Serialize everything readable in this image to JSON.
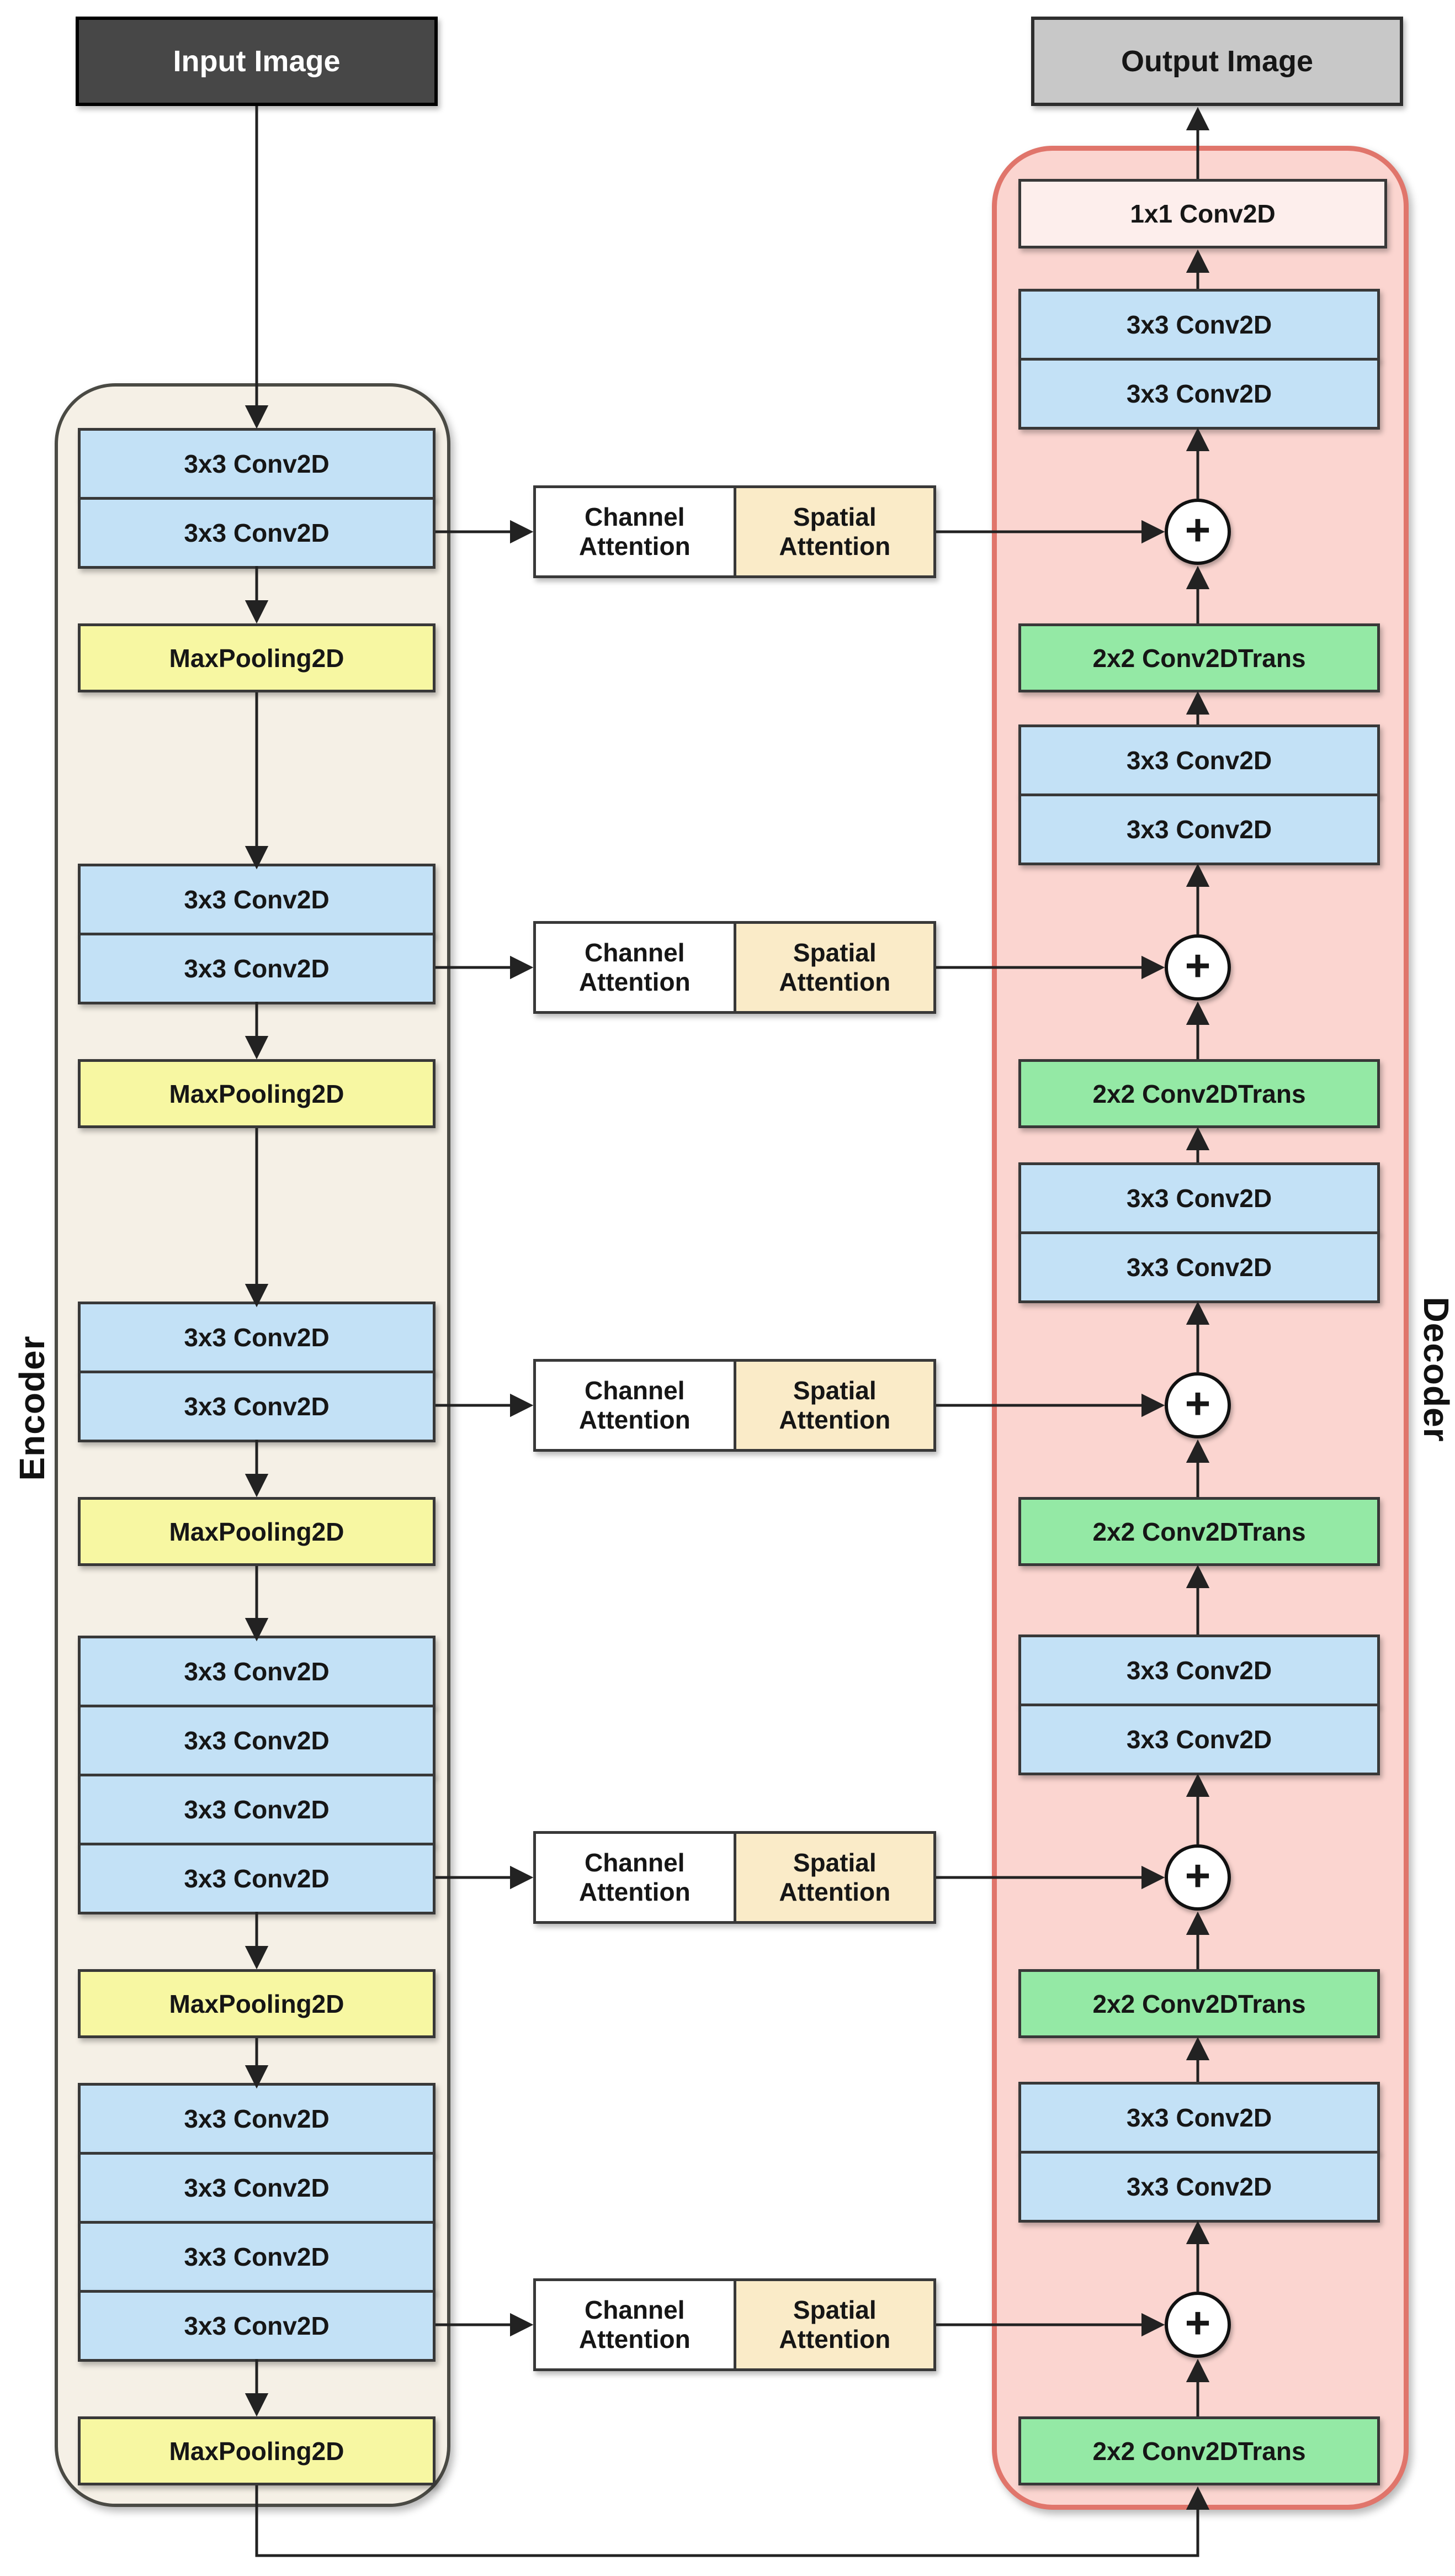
{
  "diagram": {
    "io": {
      "input": "Input Image",
      "output": "Output Image"
    },
    "panels": {
      "encoder_label": "Encoder",
      "decoder_label": "Decoder"
    },
    "blocks": {
      "conv": "3x3 Conv2D",
      "maxpool": "MaxPooling2D",
      "trans": "2x2 Conv2DTrans",
      "one_by_one": "1x1 Conv2D",
      "channel_l1": "Channel",
      "channel_l2": "Attention",
      "spatial_l1": "Spatial",
      "spatial_l2": "Attention",
      "merge": "+"
    },
    "levels": [
      {
        "index": 1,
        "encoder_convs": [
          "3x3 Conv2D",
          "3x3 Conv2D"
        ],
        "maxpool": "MaxPooling2D",
        "channel": "Channel Attention",
        "spatial": "Spatial Attention",
        "merge": "+",
        "decoder_convs": [
          "3x3 Conv2D",
          "3x3 Conv2D"
        ],
        "trans": "2x2 Conv2DTrans"
      },
      {
        "index": 2,
        "encoder_convs": [
          "3x3 Conv2D",
          "3x3 Conv2D"
        ],
        "maxpool": "MaxPooling2D",
        "channel": "Channel Attention",
        "spatial": "Spatial Attention",
        "merge": "+",
        "decoder_convs": [
          "3x3 Conv2D",
          "3x3 Conv2D"
        ],
        "trans": "2x2 Conv2DTrans"
      },
      {
        "index": 3,
        "encoder_convs": [
          "3x3 Conv2D",
          "3x3 Conv2D"
        ],
        "maxpool": "MaxPooling2D",
        "channel": "Channel Attention",
        "spatial": "Spatial Attention",
        "merge": "+",
        "decoder_convs": [
          "3x3 Conv2D",
          "3x3 Conv2D"
        ],
        "trans": "2x2 Conv2DTrans"
      },
      {
        "index": 4,
        "encoder_convs": [
          "3x3 Conv2D",
          "3x3 Conv2D",
          "3x3 Conv2D",
          "3x3 Conv2D"
        ],
        "maxpool": "MaxPooling2D",
        "channel": "Channel Attention",
        "spatial": "Spatial Attention",
        "merge": "+",
        "decoder_convs": [
          "3x3 Conv2D",
          "3x3 Conv2D"
        ],
        "trans": "2x2 Conv2DTrans"
      },
      {
        "index": 5,
        "encoder_convs": [
          "3x3 Conv2D",
          "3x3 Conv2D",
          "3x3 Conv2D",
          "3x3 Conv2D"
        ],
        "maxpool": "MaxPooling2D",
        "channel": "Channel Attention",
        "spatial": "Spatial Attention",
        "merge": "+",
        "decoder_convs": [
          "3x3 Conv2D",
          "3x3 Conv2D"
        ],
        "trans": "2x2 Conv2DTrans"
      }
    ],
    "colors": {
      "conv_fill": "#c3e1f6",
      "maxpool_fill": "#f7f7a2",
      "trans_fill": "#94e9a5",
      "one_by_one_fill": "#fdeeec",
      "channel_fill": "#ffffff",
      "spatial_fill": "#faebc8",
      "encoder_panel_fill": "#f5f0e6",
      "encoder_panel_border": "#4a4a44",
      "decoder_panel_fill": "#fbd5d0",
      "decoder_panel_border": "#e0756b",
      "input_fill": "#474747",
      "input_text": "#ffffff",
      "output_fill": "#c8c8c8",
      "box_border": "#383838",
      "wire": "#222222"
    }
  }
}
